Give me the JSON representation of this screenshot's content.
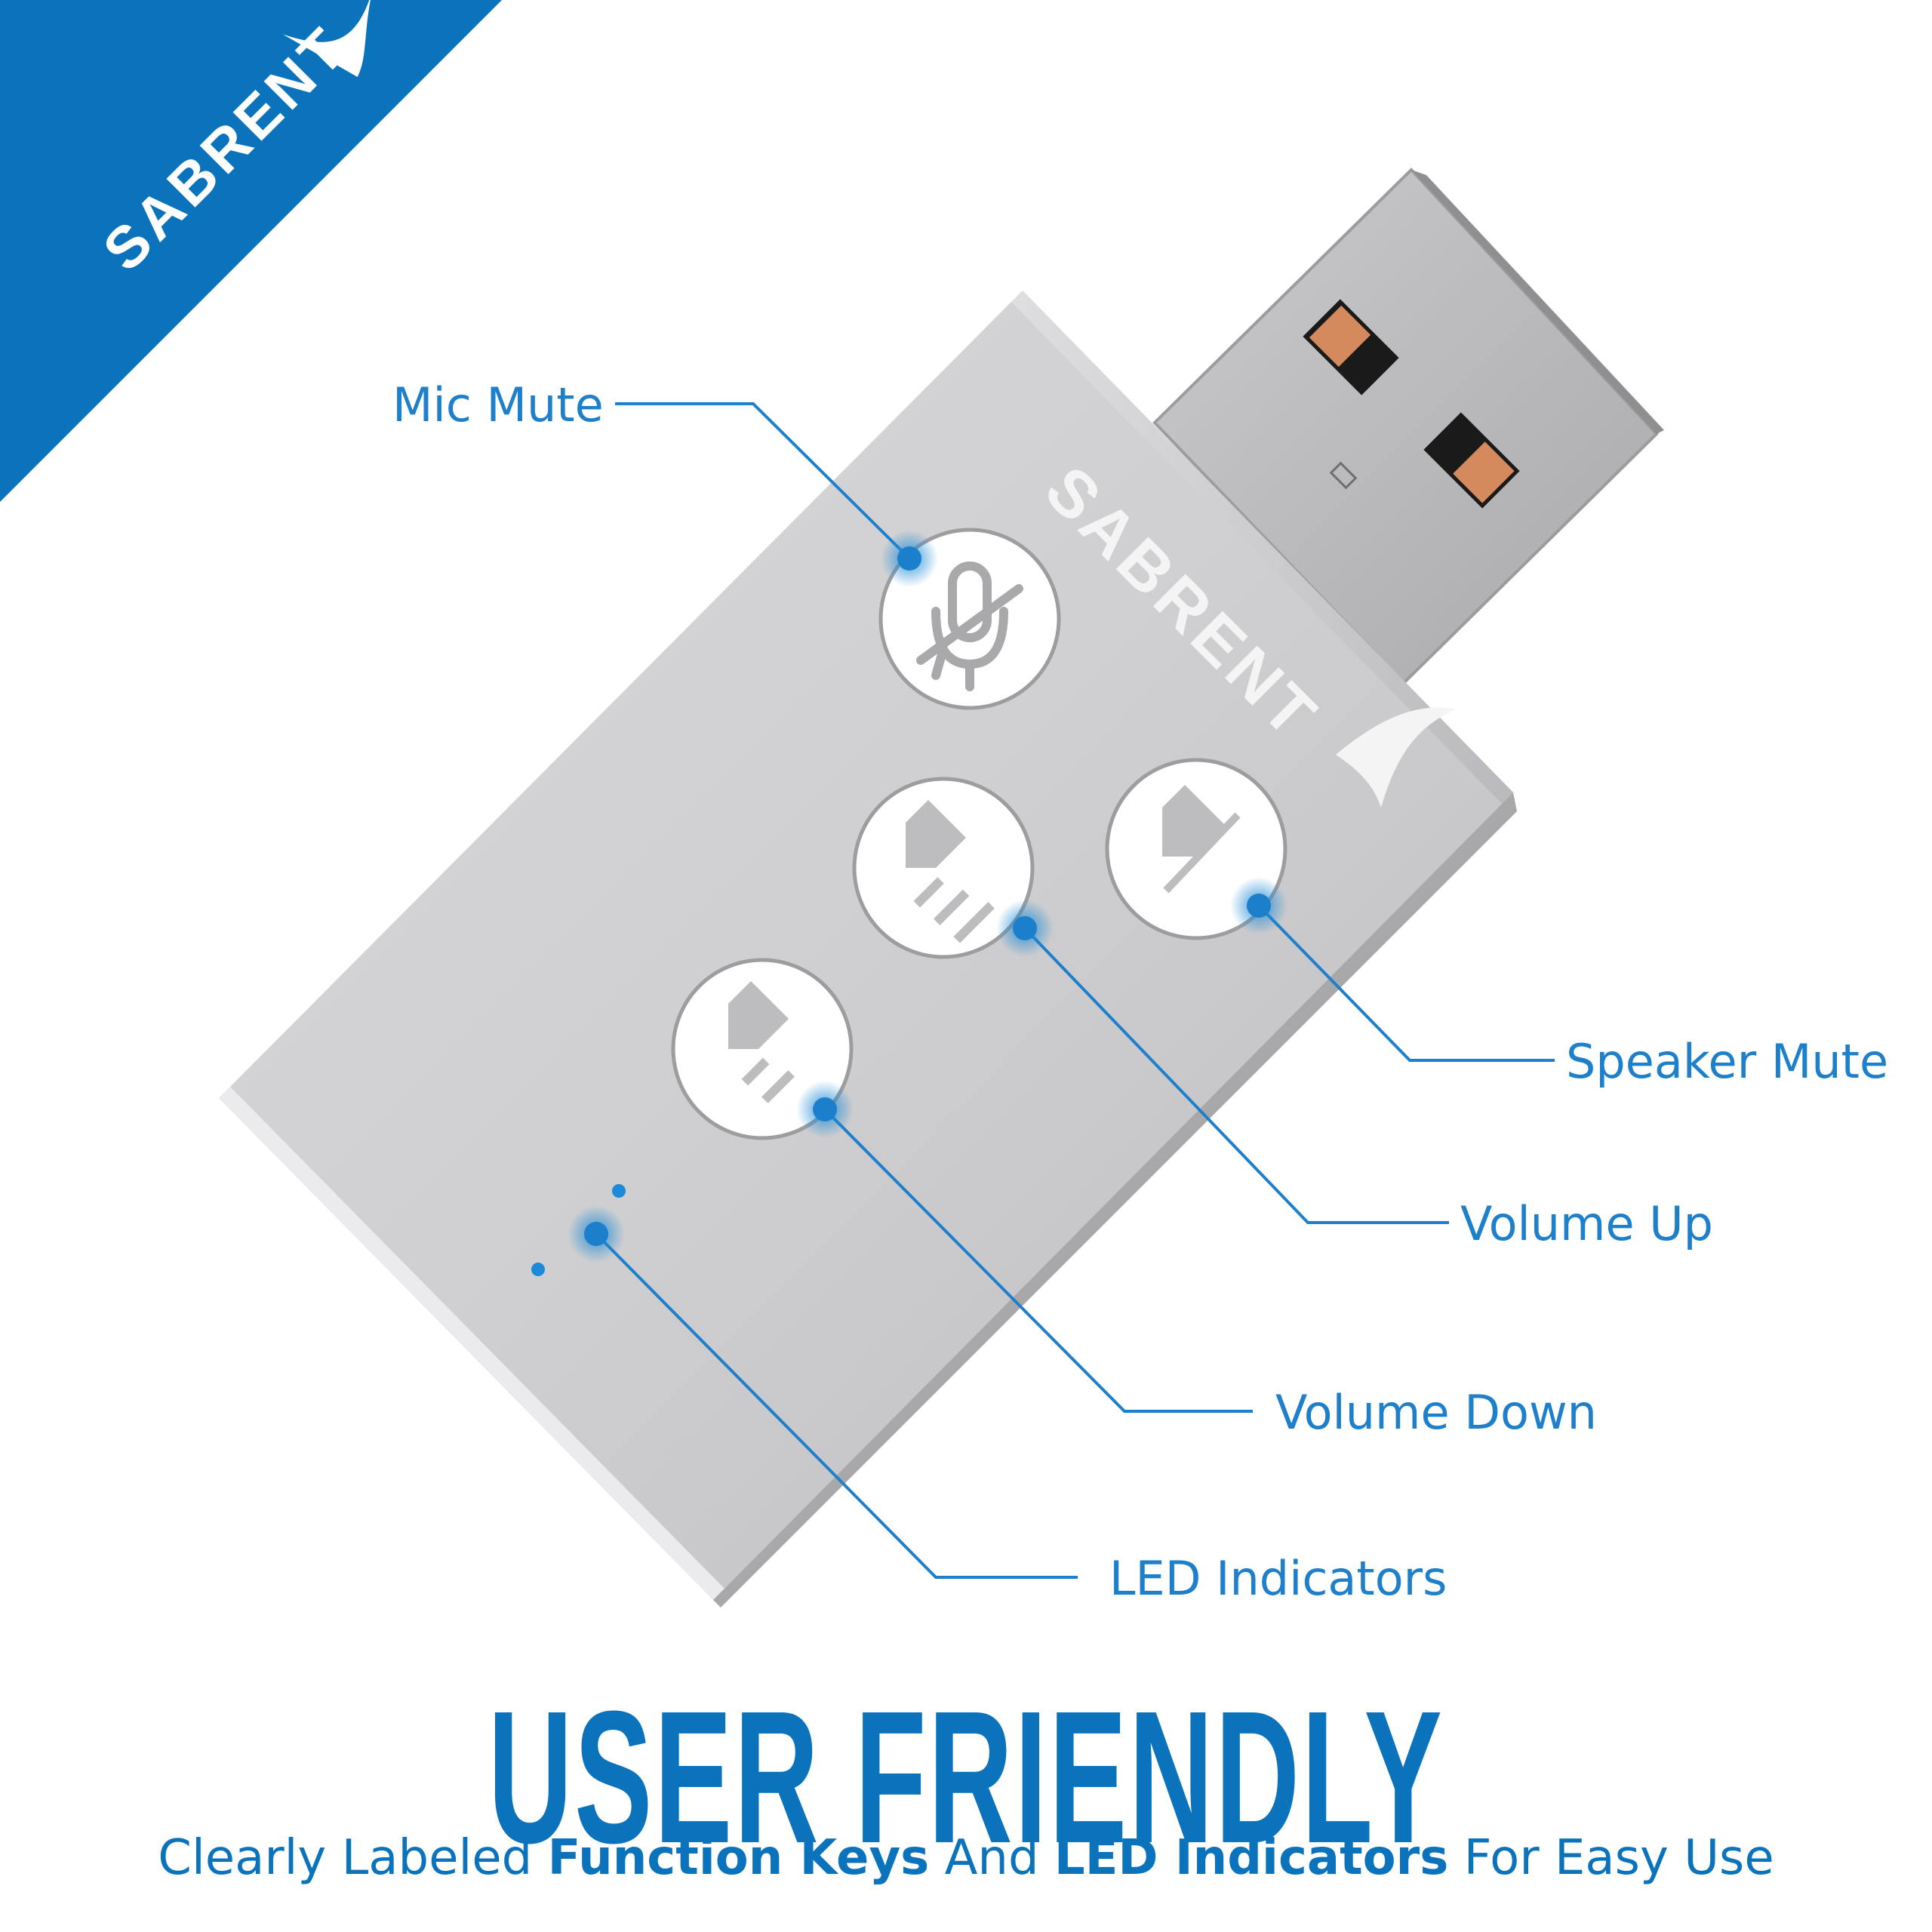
{
  "brand": {
    "corner_logo_text": "SABRENT",
    "device_logo_text": "SABRENT",
    "accent_color": "#0a73bc"
  },
  "callouts": {
    "mic_mute": "Mic Mute",
    "speaker_mute": "Speaker Mute",
    "volume_up": "Volume Up",
    "volume_down": "Volume Down",
    "led_indicators": "LED Indicators"
  },
  "buttons": [
    {
      "name": "mic-mute",
      "icon": "mic-mute-icon"
    },
    {
      "name": "volume-up",
      "icon": "volume-up-icon"
    },
    {
      "name": "speaker-mute",
      "icon": "speaker-mute-icon"
    },
    {
      "name": "volume-down",
      "icon": "volume-down-icon"
    }
  ],
  "headline": "USER FRIENDLY",
  "tagline": {
    "part1": "Clearly Labeled ",
    "bold1": "Function Keys",
    "part2": " And ",
    "bold2": "LED Indicators",
    "part3": " For Easy Use"
  }
}
